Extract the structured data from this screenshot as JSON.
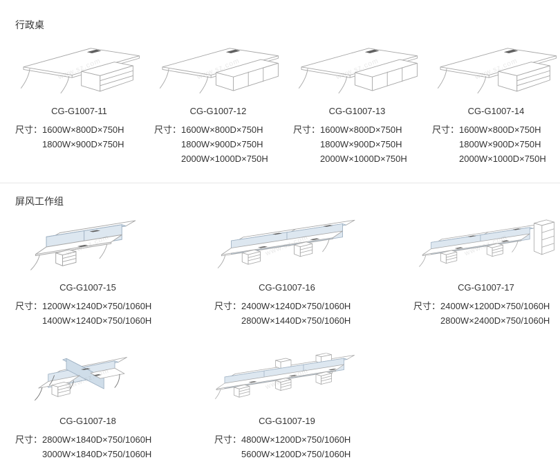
{
  "page": {
    "watermark": "www.sz.com"
  },
  "labels": {
    "size_prefix": "尺寸："
  },
  "sections": [
    {
      "title": "行政桌",
      "items": [
        {
          "model": "CG-G1007-11",
          "illustration": "l-shaped-executive-desk-with-drawer-cabinet",
          "sizes": [
            "1600W×800D×750H",
            "1800W×900D×750H"
          ]
        },
        {
          "model": "CG-G1007-12",
          "illustration": "l-shaped-executive-desk-with-credenza",
          "sizes": [
            "1600W×800D×750H",
            "1800W×900D×750H",
            "2000W×1000D×750H"
          ]
        },
        {
          "model": "CG-G1007-13",
          "illustration": "l-shaped-executive-desk-with-open-credenza",
          "sizes": [
            "1600W×800D×750H",
            "1800W×900D×750H",
            "2000W×1000D×750H"
          ]
        },
        {
          "model": "CG-G1007-14",
          "illustration": "l-shaped-executive-desk-with-drawer-pedestal",
          "sizes": [
            "1600W×800D×750H",
            "1800W×900D×750H",
            "2000W×1000D×750H"
          ]
        }
      ]
    },
    {
      "title": "屏风工作组",
      "items": [
        {
          "model": "CG-G1007-15",
          "illustration": "two-seat-screen-workstation",
          "sizes": [
            "1200W×1240D×750/1060H",
            "1400W×1240D×750/1060H"
          ]
        },
        {
          "model": "CG-G1007-16",
          "illustration": "four-seat-linear-screen-workstation",
          "sizes": [
            "2400W×1240D×750/1060H",
            "2800W×1440D×750/1060H"
          ]
        },
        {
          "model": "CG-G1007-17",
          "illustration": "screen-workstation-with-tall-cabinet",
          "sizes": [
            "2400W×1200D×750/1060H",
            "2800W×2400D×750/1060H"
          ]
        },
        {
          "model": "CG-G1007-18",
          "illustration": "four-seat-cross-screen-workstation",
          "sizes": [
            "2800W×1840D×750/1060H",
            "3000W×1840D×750/1060H"
          ]
        },
        {
          "model": "CG-G1007-19",
          "illustration": "six-seat-linear-screen-workstation",
          "sizes": [
            "4800W×1200D×750/1060H",
            "5600W×1200D×750/1060H"
          ]
        }
      ]
    }
  ]
}
